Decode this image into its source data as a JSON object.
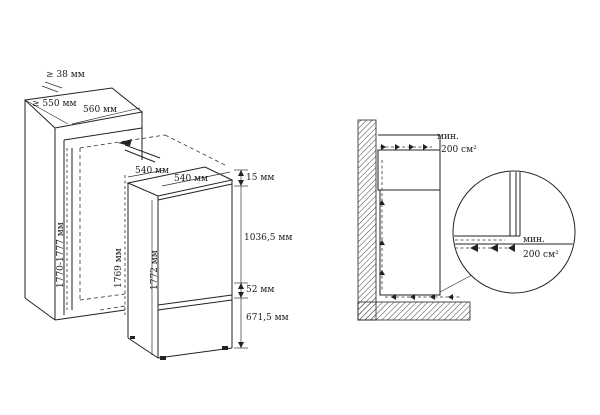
{
  "installation_diagram": {
    "niche": {
      "min_depth_top": "≥ 38 мм",
      "depth_550": "≥ 550 мм",
      "width_560": "560 мм",
      "height_range": "1770-1777 мм"
    },
    "appliance": {
      "depth_540_a": "540 мм",
      "width_540": "540 мм",
      "inner_height": "1769 мм",
      "overall_height": "1772 мм",
      "gap_top": "15 мм",
      "upper_door": "1036,5 мм",
      "gap_mid": "52 мм",
      "lower_door": "671,5 мм"
    }
  },
  "ventilation_diagram": {
    "top_vent": {
      "label_min": "мин.",
      "label_area": "200 см²"
    },
    "bottom_vent": {
      "label_min": "мин.",
      "label_area": "200 см²"
    }
  }
}
